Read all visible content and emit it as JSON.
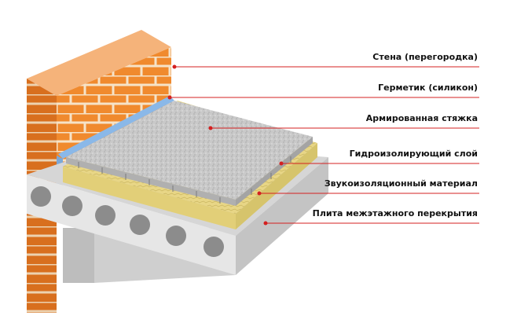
{
  "labels": {
    "wall": "Стена (перегородка)",
    "sealant": "Герметик (силикон)",
    "screed": "Армированная стяжка",
    "waterproofing": "Гидроизолирующий слой",
    "soundproofing": "Звукоизоляционный  материал",
    "slab": "Плита межэтажного перекрытия"
  },
  "colors": {
    "leader_line": "#d42020",
    "brick": "#f08a2e",
    "mortar": "#f6e3c8",
    "screed": "#c8c8c8",
    "insulation": "#e9d98a",
    "waterproofing": "#8ab8e8",
    "concrete": "#e2e2e2"
  }
}
